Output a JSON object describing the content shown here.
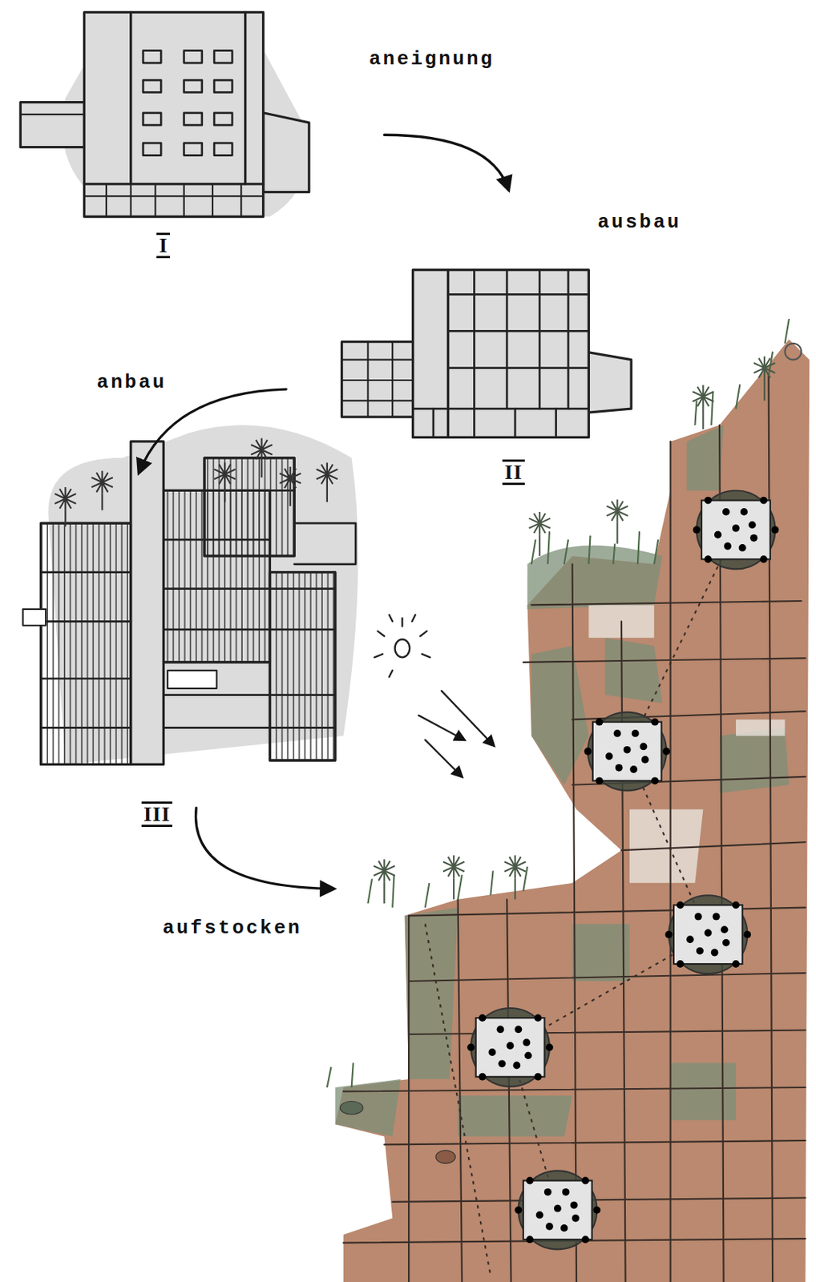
{
  "diagram": {
    "labels": [
      "aneignung",
      "ausbau",
      "I",
      "anbau",
      "II",
      "III",
      "aufstocken"
    ]
  }
}
